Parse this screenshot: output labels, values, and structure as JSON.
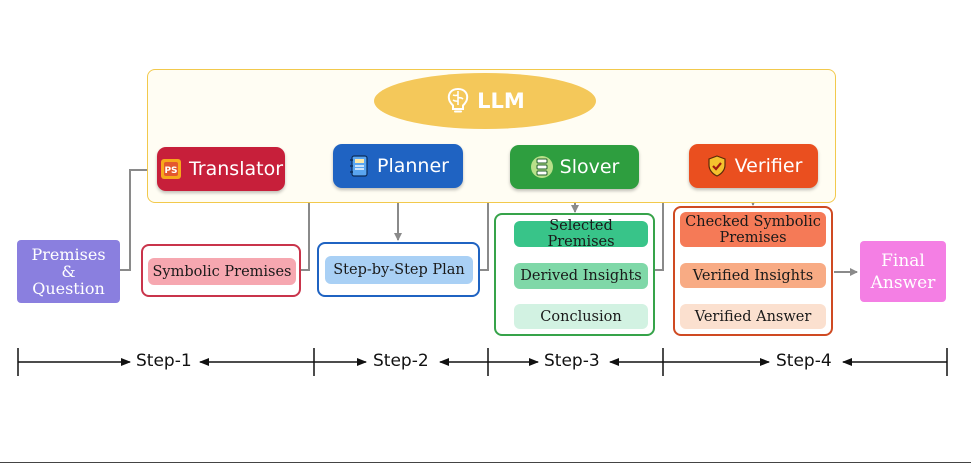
{
  "llm": {
    "label": "LLM",
    "icon": "brain-bulb-icon"
  },
  "modules": {
    "translator": {
      "label": "Translator",
      "icon": "ps-square-icon",
      "color": "#c71f3a"
    },
    "planner": {
      "label": "Planner",
      "icon": "notebook-icon",
      "color": "#1f63c2"
    },
    "slover": {
      "label": "Slover",
      "icon": "stacked-cylinder-icon",
      "color": "#2e9e3f"
    },
    "verifier": {
      "label": "Verifier",
      "icon": "shield-check-icon",
      "color": "#ea4f1f"
    }
  },
  "input": {
    "line1": "Premises",
    "line2": "&",
    "line3": "Question",
    "color": "#8a7fdf"
  },
  "outputs": {
    "translator": "Symbolic Premises",
    "planner": "Step-by-Step Plan",
    "slover": [
      "Selected Premises",
      "Derived Insights",
      "Conclusion"
    ],
    "verifier": [
      "Checked Symbolic Premises",
      "Verified Insights",
      "Verified Answer"
    ]
  },
  "final": {
    "line1": "Final",
    "line2": "Answer",
    "color": "#f47fe4"
  },
  "steps": [
    "Step-1",
    "Step-2",
    "Step-3",
    "Step-4"
  ]
}
